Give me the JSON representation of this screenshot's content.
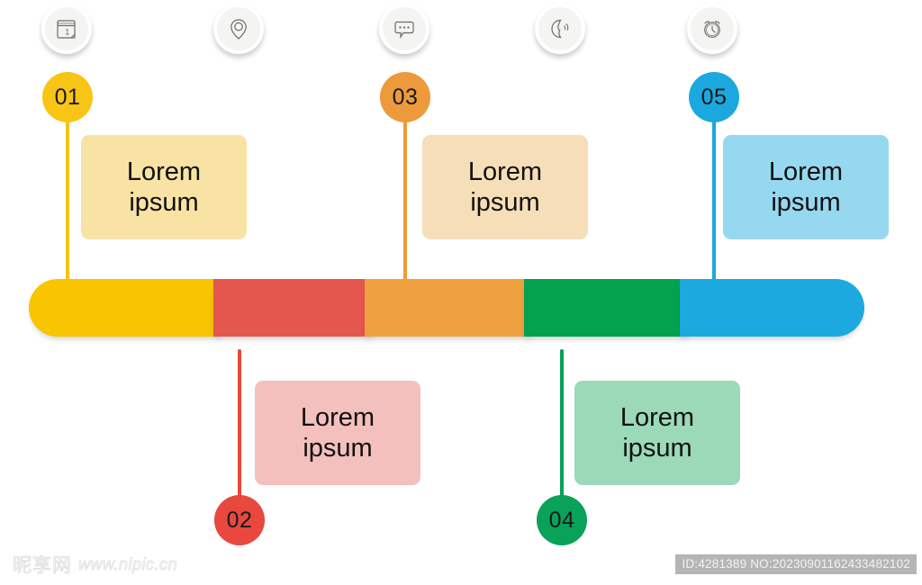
{
  "diagram": {
    "type": "timeline-infographic",
    "step_count": 5,
    "background": "#ffffff"
  },
  "steps": [
    {
      "number": "01",
      "icon": "calendar-icon",
      "icon_label": "1",
      "position": "above",
      "bubble_color": "#F8C517",
      "segment_color": "#F9C400",
      "card_color": "#F8E3A4",
      "stem_color": "#F8C517",
      "text_line1": "Lorem",
      "text_line2": "ipsum"
    },
    {
      "number": "02",
      "icon": "map-pin-icon",
      "position": "below",
      "bubble_color": "#E8483E",
      "segment_color": "#E4574F",
      "card_color": "#F3C0BD",
      "stem_color": "#E8483E",
      "text_line1": "Lorem",
      "text_line2": "ipsum"
    },
    {
      "number": "03",
      "icon": "chat-bubble-icon",
      "position": "above",
      "bubble_color": "#EC9A3C",
      "segment_color": "#EFA03F",
      "card_color": "#F6DFB8",
      "stem_color": "#EC9A3C",
      "text_line1": "Lorem",
      "text_line2": "ipsum"
    },
    {
      "number": "04",
      "icon": "phone-ringing-icon",
      "position": "below",
      "bubble_color": "#0AA158",
      "segment_color": "#04A14F",
      "card_color": "#9BD9B9",
      "stem_color": "#0AA158",
      "text_line1": "Lorem",
      "text_line2": "ipsum"
    },
    {
      "number": "05",
      "icon": "alarm-clock-icon",
      "position": "above",
      "bubble_color": "#1BA8DF",
      "segment_color": "#1CA9E0",
      "card_color": "#96D8EF",
      "stem_color": "#1BA8DF",
      "text_line1": "Lorem",
      "text_line2": "ipsum"
    }
  ],
  "watermark": {
    "brand_cn": "昵享网",
    "url": "www.nipic.cn",
    "id_text": "ID:4281389 NO:20230901162433482102"
  }
}
